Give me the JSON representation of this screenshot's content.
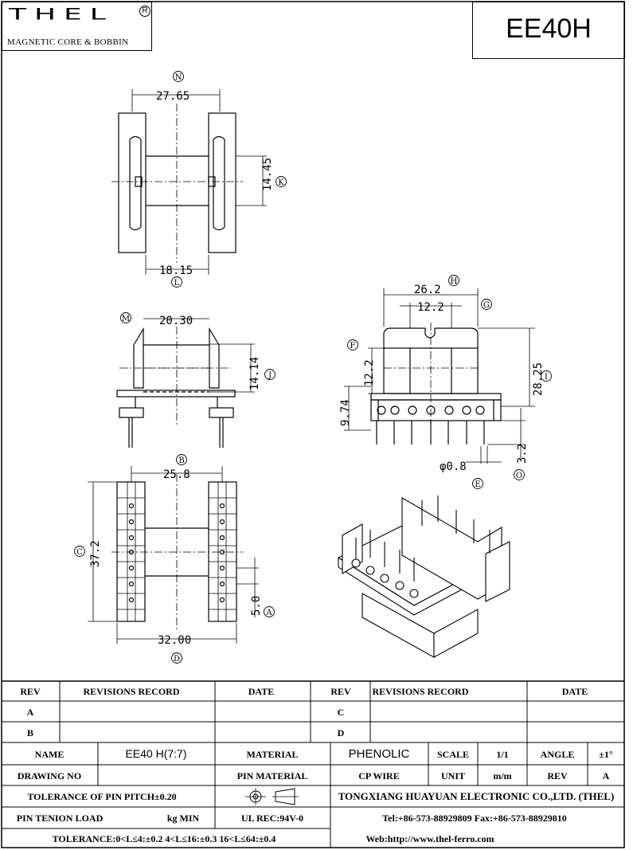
{
  "header": {
    "logo_text": "THEL",
    "logo_reg": "R",
    "logo_subtitle": "MAGNETIC CORE & BOBBIN",
    "part_number": "EE40H"
  },
  "dimensions": {
    "N": "27.65",
    "K": "14.45",
    "L": "18.15",
    "M": "20.30",
    "J": "14.14",
    "H": "26.2",
    "G": "12.2",
    "F": "12.2",
    "I": "28.25",
    "pitch_block": "9.74",
    "pin_len": "3.2",
    "pin_dia": "φ0.8",
    "B": "25.8",
    "C": "37.2",
    "A": "5.0",
    "D": "32.00"
  },
  "labels": {
    "N": "N",
    "K": "K",
    "L": "L",
    "M": "M",
    "J": "J",
    "H": "H",
    "G": "G",
    "F": "F",
    "I": "I",
    "E": "E",
    "O": "O",
    "B": "B",
    "C": "C",
    "A": "A",
    "D": "D"
  },
  "title_block": {
    "rev": "REV",
    "revisions_record": "REVISIONS RECORD",
    "date": "DATE",
    "rev_a": "A",
    "rev_b": "B",
    "rev_c": "C",
    "rev_d": "D",
    "name_label": "NAME",
    "name_value": "EE40 H(7:7)",
    "material_label": "MATERIAL",
    "material_value": "PHENOLIC",
    "scale_label": "SCALE",
    "scale_value": "1/1",
    "angle_label": "ANGLE",
    "angle_value": "±1°",
    "drawing_no_label": "DRAWING NO",
    "pin_material_label": "PIN MATERIAL",
    "pin_material_value": "CP WIRE",
    "unit_label": "UNIT",
    "unit_value": "m/m",
    "rev_label": "REV",
    "rev_value": "A",
    "tol_pitch": "TOLERANCE OF PIN PITCH±0.20",
    "company": "TONGXIANG HUAYUAN ELECTRONIC CO.,LTD. (THEL)",
    "pin_tension": "PIN TENION LOAD",
    "kg_min": "kg MIN",
    "ul_rec": "UL REC:94V-0",
    "tel_fax": "Tel:+86-573-88929809 Fax:+86-573-88929810",
    "tolerance": "TOLERANCE:0<L≤4:±0.2 4<L≤16:±0.3 16<L≤64:±0.4",
    "web": "Web:http://www.thel-ferro.com"
  }
}
